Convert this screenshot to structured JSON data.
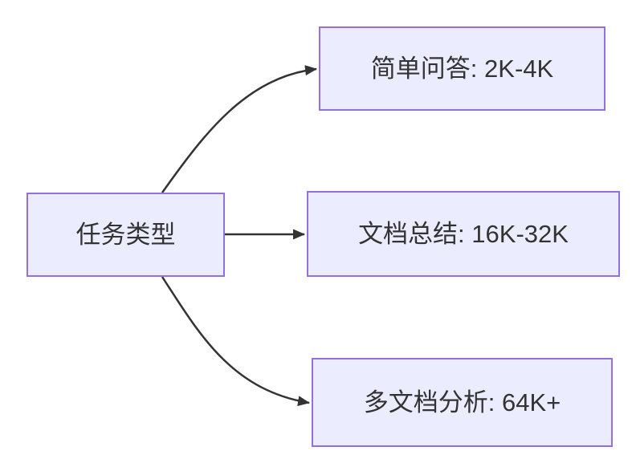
{
  "diagram": {
    "type": "flowchart",
    "direction": "left-to-right",
    "background": "#ffffff",
    "style": {
      "node_fill": "#ececff",
      "node_border": "#9370db",
      "edge_color": "#333333",
      "text_color": "#333333"
    },
    "nodes": [
      {
        "id": "task-type",
        "label": "任务类型",
        "role": "source"
      },
      {
        "id": "simple-qa",
        "label": "简单问答: 2K-4K",
        "role": "target"
      },
      {
        "id": "doc-summary",
        "label": "文档总结: 16K-32K",
        "role": "target"
      },
      {
        "id": "multi-doc-analysis",
        "label": "多文档分析: 64K+",
        "role": "target"
      }
    ],
    "edges": [
      {
        "from": "task-type",
        "to": "simple-qa"
      },
      {
        "from": "task-type",
        "to": "doc-summary"
      },
      {
        "from": "task-type",
        "to": "multi-doc-analysis"
      }
    ]
  }
}
